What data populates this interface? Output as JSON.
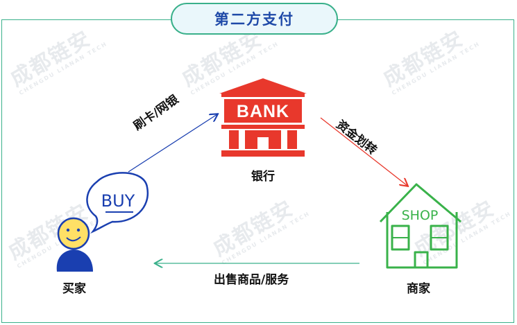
{
  "title": "第二方支付",
  "nodes": {
    "bank": {
      "label": "银行",
      "sign": "BANK"
    },
    "buyer": {
      "label": "买家",
      "bubble": "BUY"
    },
    "merchant": {
      "label": "商家",
      "sign": "SHOP"
    }
  },
  "edges": {
    "buyer_to_bank": "刷卡/网银",
    "bank_to_merchant": "资金划转",
    "merchant_to_buyer": "出售商品/服务"
  },
  "watermark": {
    "text": "成都链安",
    "subtext": "CHENGDU LIANAN TECH"
  },
  "colors": {
    "frame": "#39b08a",
    "title_text": "#1f4aa8",
    "bank": "#e8382c",
    "shop": "#39b24a",
    "buyer": "#1a3fb0",
    "arrow_blue": "#1a3fb0",
    "arrow_red": "#e8382c",
    "arrow_green": "#39b08a"
  }
}
